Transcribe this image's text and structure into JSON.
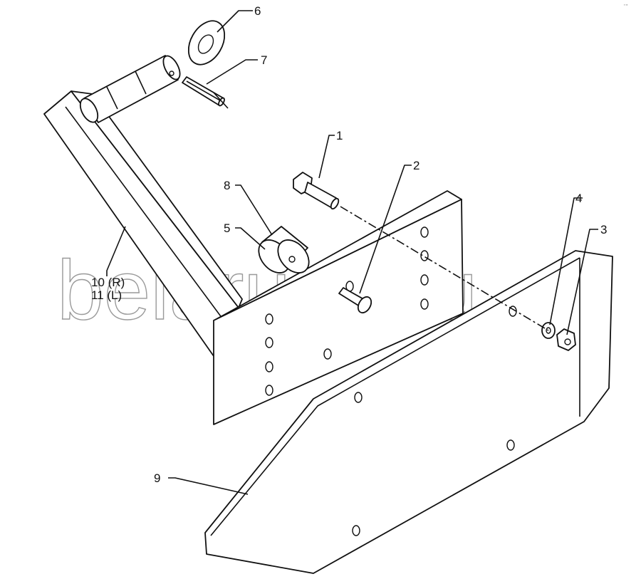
{
  "diagram": {
    "callouts": [
      {
        "id": "1",
        "label": "1"
      },
      {
        "id": "2",
        "label": "2"
      },
      {
        "id": "3",
        "label": "3"
      },
      {
        "id": "4",
        "label": "4"
      },
      {
        "id": "5",
        "label": "5"
      },
      {
        "id": "6",
        "label": "6"
      },
      {
        "id": "7",
        "label": "7"
      },
      {
        "id": "8",
        "label": "8"
      },
      {
        "id": "9",
        "label": "9"
      },
      {
        "id": "10",
        "label": "10 (R)"
      },
      {
        "id": "11",
        "label": "11 (L)"
      }
    ],
    "watermark": "belarus1.ru",
    "corner_mark": "▪ ▪▪"
  }
}
